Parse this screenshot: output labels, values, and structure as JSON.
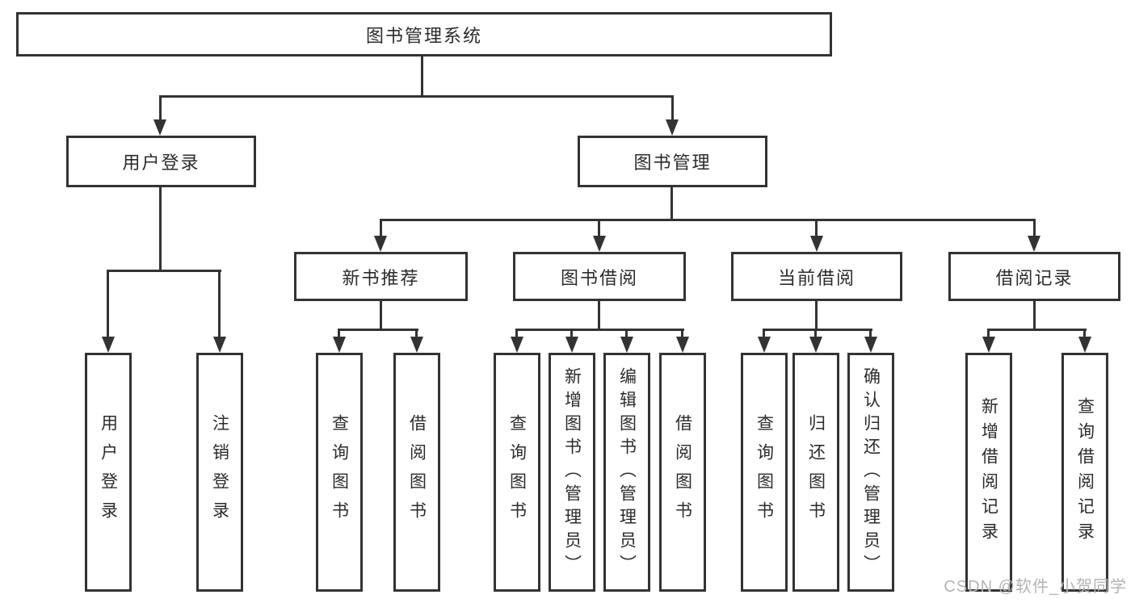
{
  "diagram": {
    "title": "图书管理系统",
    "root": {
      "label": "图书管理系统"
    },
    "level2": [
      {
        "label": "用户登录"
      },
      {
        "label": "图书管理"
      }
    ],
    "level3": [
      {
        "label": "新书推荐"
      },
      {
        "label": "图书借阅"
      },
      {
        "label": "当前借阅"
      },
      {
        "label": "借阅记录"
      }
    ],
    "leaves": {
      "user_login": [
        "用户登录",
        "注销登录"
      ],
      "new_books": [
        "查询图书",
        "借阅图书"
      ],
      "book_borrow": [
        "查询图书",
        "新增图书（管理员）",
        "编辑图书（管理员）",
        "借阅图书"
      ],
      "current_borrow": [
        "查询图书",
        "归还图书",
        "确认归还（管理员）"
      ],
      "borrow_records": [
        "新增借阅记录",
        "查询借阅记录"
      ]
    }
  },
  "watermark": {
    "text": "CSDN @软件_小贺同学"
  },
  "colors": {
    "line": "#333333",
    "text": "#2b2b2b",
    "watermark": "#b3b3b3",
    "background": "#ffffff"
  }
}
